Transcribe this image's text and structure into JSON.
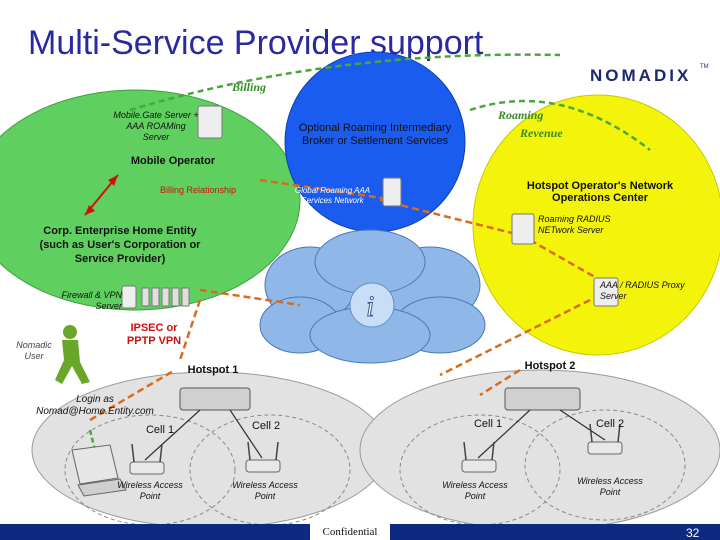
{
  "title": "Multi-Service Provider support",
  "logo": {
    "text": "NOMADIX",
    "tm": "TM"
  },
  "labels": {
    "billing": "Billing",
    "roaming_revenue_1": "Roaming",
    "roaming_revenue_2": "Revenue",
    "mobilegate_server": "Mobile.Gate Server + AAA ROAMing Server",
    "mobile_operator": "Mobile Operator",
    "billing_relationship": "Billing Relationship",
    "optional_broker": "Optional Roaming Intermediary Broker or Settlement Services",
    "global_roaming": "Global Roaming AAA Services Network",
    "hotspot_operator": "Hotspot Operator's Network Operations Center",
    "roaming_radius": "Roaming RADIUS NETwork Server",
    "corp_enterprise": "Corp. Enterprise Home Entity (such as User's Corporation or Service Provider)",
    "aaa_radius_proxy": "AAA / RADIUS Proxy Server",
    "firewall_vpn": "Firewall & VPN Server",
    "ipsec_vpn": "IPSEC or PPTP VPN",
    "nomadic_user": "Nomadic User",
    "hotspot_1": "Hotspot 1",
    "hotspot_2": "Hotspot 2",
    "login_as": "Login as Nomad@Home.Entity.com",
    "cell_1_left": "Cell 1",
    "cell_2_left": "Cell 2",
    "cell_1_right": "Cell 1",
    "cell_2_right": "Cell 2",
    "wap_1": "Wireless Access Point",
    "wap_2": "Wireless Access Point",
    "wap_3": "Wireless Access Point",
    "wap_4": "Wireless Access Point"
  },
  "footer": {
    "confidential": "Confidential",
    "page": "32"
  },
  "colors": {
    "title": "#2a2aa0",
    "blue_region": "#1a5cf0",
    "yellow_region": "#f4f40a",
    "green_region": "#5fd05f",
    "arrow_orange": "#d96b1c",
    "arrow_green": "#4aa83a",
    "arrow_red": "#d01010",
    "footer_bar": "#0d2a80"
  }
}
